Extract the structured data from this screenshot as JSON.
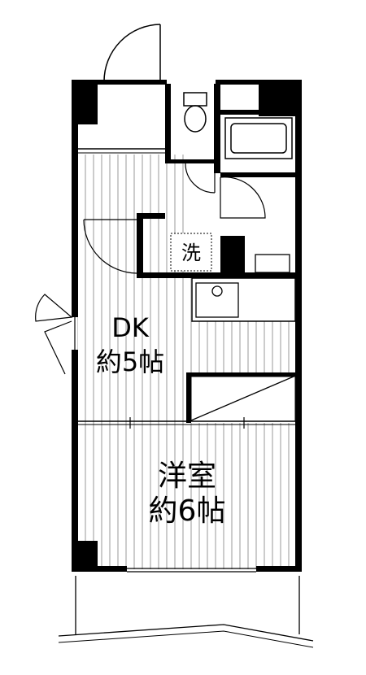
{
  "rooms": {
    "dk": {
      "name": "DK",
      "size": "約5帖"
    },
    "western": {
      "name": "洋室",
      "size": "約6帖"
    },
    "laundry": {
      "label": "洗"
    }
  }
}
